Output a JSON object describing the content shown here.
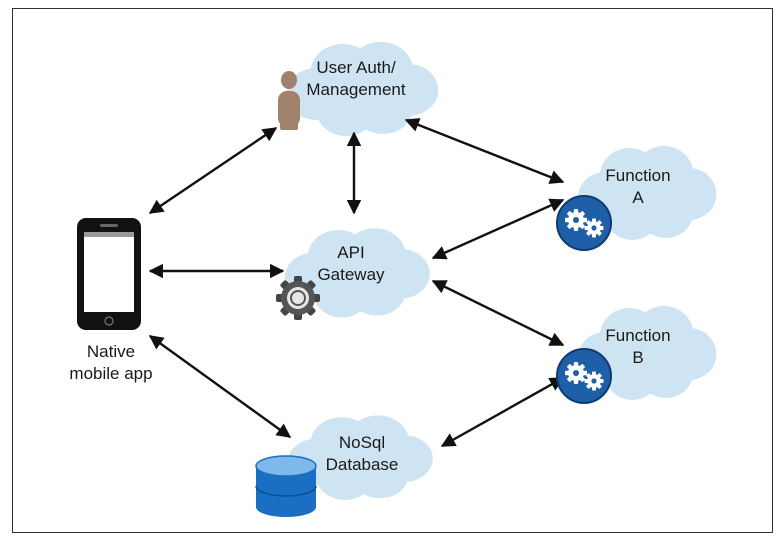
{
  "colors": {
    "cloud": "#cfe4f2",
    "arrow": "#111111",
    "gear_badge": "#1f5fa8",
    "db_fill": "#1b6fc2",
    "db_top": "#7fb8ea",
    "person": "#a0826d",
    "phone": "#111111",
    "phone_screen": "#ffffff"
  },
  "nodes": {
    "user_auth": {
      "lines": [
        "User Auth/",
        "Management"
      ],
      "icon": "person-icon"
    },
    "api_gateway": {
      "lines": [
        "API",
        "Gateway"
      ],
      "icon": "gear-icon"
    },
    "function_a": {
      "lines": [
        "Function",
        "A"
      ],
      "icon": "gears-badge-icon"
    },
    "function_b": {
      "lines": [
        "Function",
        "B"
      ],
      "icon": "gears-badge-icon"
    },
    "nosql": {
      "lines": [
        "NoSql",
        "Database"
      ],
      "icon": "database-icon"
    },
    "mobile": {
      "lines": [
        "Native",
        "mobile app"
      ],
      "icon": "smartphone-icon"
    }
  },
  "edges": [
    {
      "from": "mobile",
      "to": "user_auth",
      "direction": "both"
    },
    {
      "from": "mobile",
      "to": "api_gateway",
      "direction": "both"
    },
    {
      "from": "mobile",
      "to": "nosql",
      "direction": "both"
    },
    {
      "from": "user_auth",
      "to": "api_gateway",
      "direction": "both"
    },
    {
      "from": "user_auth",
      "to": "function_a",
      "direction": "both"
    },
    {
      "from": "api_gateway",
      "to": "function_a",
      "direction": "both"
    },
    {
      "from": "api_gateway",
      "to": "function_b",
      "direction": "both"
    },
    {
      "from": "nosql",
      "to": "function_b",
      "direction": "both"
    }
  ]
}
